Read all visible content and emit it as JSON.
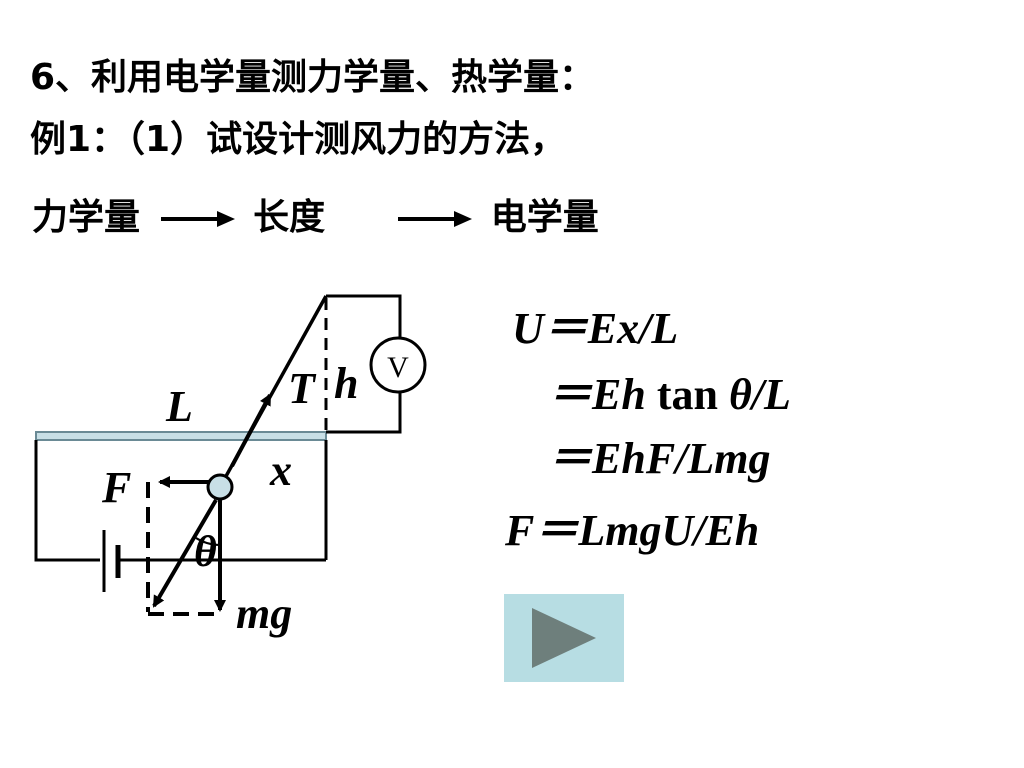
{
  "heading": {
    "line1": "6、利用电学量测力学量、热学量：",
    "line2": "例1：（1）试设计测风力的方法，"
  },
  "flow": {
    "step1": "力学量",
    "step2": "长度",
    "step3": "电学量"
  },
  "diagram": {
    "label_L": "L",
    "label_T": "T",
    "label_h": "h",
    "label_x": "x",
    "label_F": "F",
    "label_theta": "θ",
    "label_mg": "mg",
    "voltmeter": "V"
  },
  "equations": {
    "eq1": {
      "lhs": "U",
      "rhs": "＝Ex/L"
    },
    "eq2": {
      "prefix": "＝Eh ",
      "fn": "tan",
      "suffix": " θ/L"
    },
    "eq3": "＝EhF/Lmg",
    "eq4": {
      "lhs": "F",
      "rhs": "＝LmgU/Eh"
    }
  },
  "colors": {
    "play_button_bg": "#b7dde3",
    "play_triangle": "#6e7f7c",
    "bar_fill": "#c8dfe6"
  },
  "controls": {
    "play_icon": "play-icon"
  }
}
